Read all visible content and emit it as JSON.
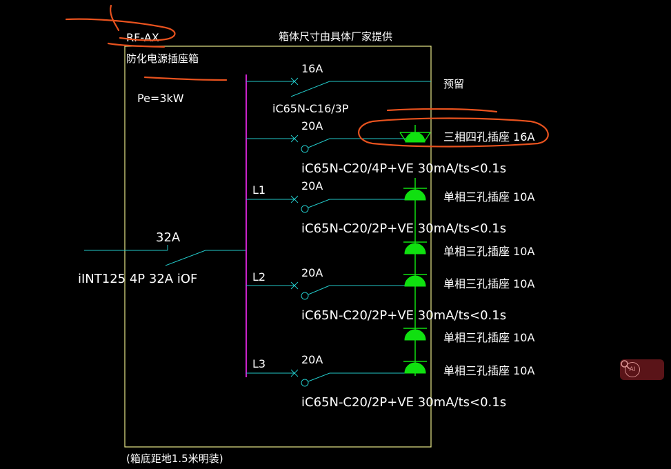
{
  "header": {
    "box_note": "箱体尺寸由具体厂家提供"
  },
  "panel": {
    "id": "RF-AX",
    "name": "防化电源插座箱",
    "power": "Pe=3kW",
    "install_note": "(箱底距地1.5米明装)"
  },
  "incoming": {
    "rating": "32A",
    "breaker": "iINT125  4P 32A  iOF"
  },
  "circuits": [
    {
      "rating": "16A",
      "breaker": "iC65N-C16/3P",
      "load": "预留",
      "phase": ""
    },
    {
      "rating": "20A",
      "breaker": "iC65N-C20/4P+VE 30mA/ts<0.1s",
      "load": "三相四孔插座 16A",
      "phase": ""
    },
    {
      "rating": "20A",
      "breaker": "iC65N-C20/2P+VE 30mA/ts<0.1s",
      "load": "单相三孔插座 10A",
      "phase": "L1"
    },
    {
      "rating": "20A",
      "breaker": "iC65N-C20/2P+VE 30mA/ts<0.1s",
      "load": "单相三孔插座 10A",
      "phase": "L2"
    },
    {
      "rating": "20A",
      "breaker": "iC65N-C20/2P+VE 30mA/ts<0.1s",
      "load": "单相三孔插座 10A",
      "phase": "L3"
    }
  ],
  "extra_sockets": [
    "单相三孔插座 10A",
    "单相三孔插座 10A"
  ],
  "toolbar": {
    "ai_label": "AI",
    "search_icon": "search-icon",
    "ai_icon": "ai-icon"
  },
  "colors": {
    "wire": "#22c8c8",
    "socket": "#10e010",
    "bus": "#cc22cc",
    "box": "#e8e88a",
    "annotation": "#e8521e"
  }
}
